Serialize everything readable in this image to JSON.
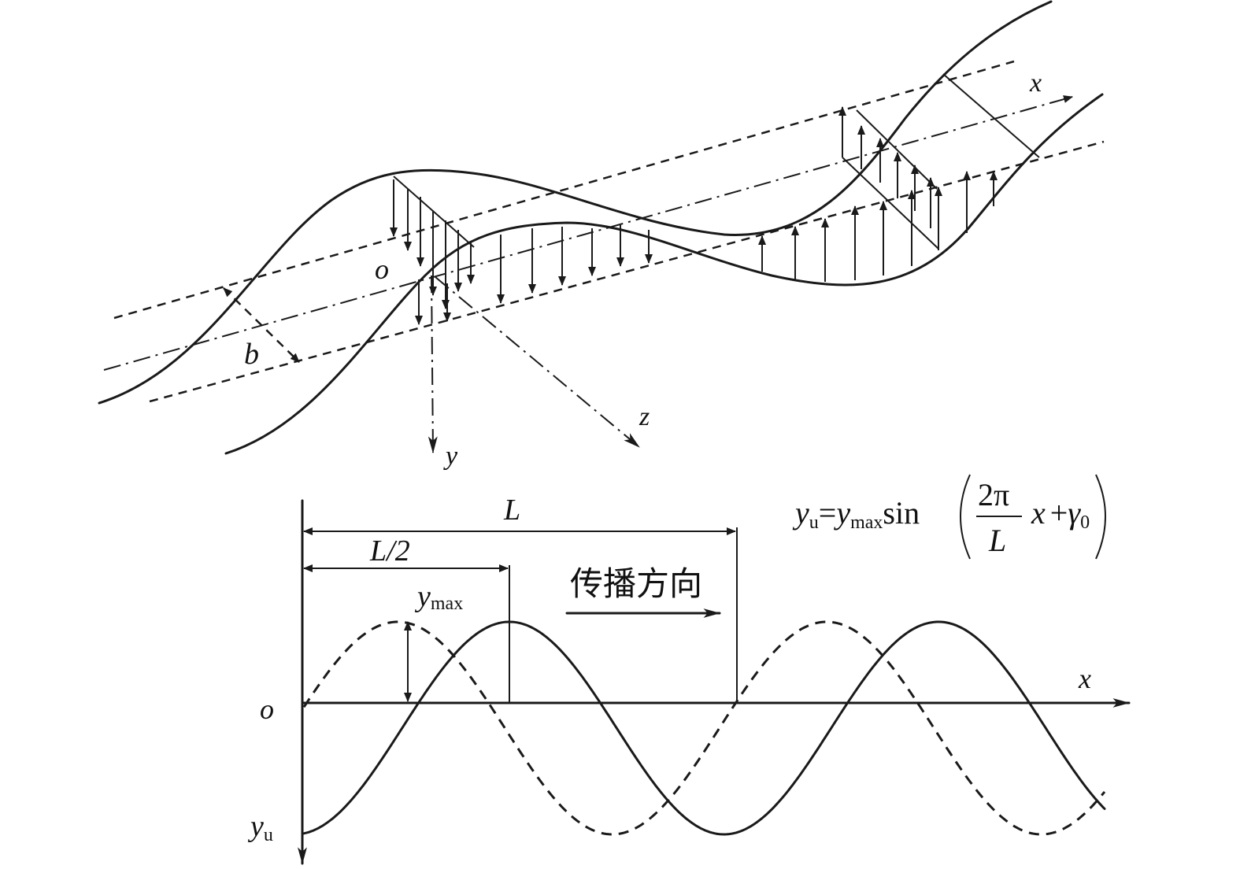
{
  "diagram_3d": {
    "origin_label": "o",
    "axis_x_label": "x",
    "axis_y_label": "y",
    "axis_z_label": "z",
    "width_label": "b"
  },
  "wave_plot": {
    "origin_label": "o",
    "axis_x_label": "x",
    "axis_y_label": "y",
    "axis_y_sub": "u",
    "length_label": "L",
    "half_length_label": "L/2",
    "amplitude_label": "y",
    "amplitude_sub": "max",
    "direction_label": "传播方向"
  },
  "formula": {
    "lhs": "y",
    "lhs_sub": "u",
    "equals": "=",
    "amp": "y",
    "amp_sub": "max",
    "func": "sin",
    "numerator": "2π",
    "denominator": "L",
    "var": "x",
    "plus": "+",
    "phase": "γ",
    "phase_sub": "0"
  }
}
